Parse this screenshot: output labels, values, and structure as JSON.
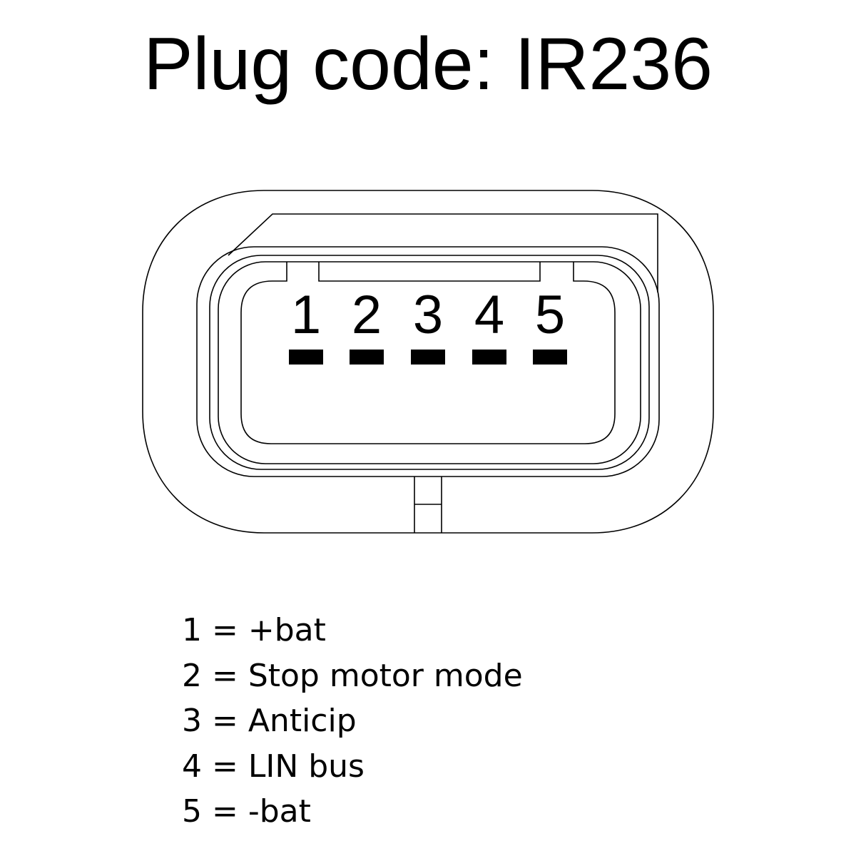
{
  "title": "Plug code: IR236",
  "connector": {
    "pins": [
      "1",
      "2",
      "3",
      "4",
      "5"
    ]
  },
  "legend": [
    "1 = +bat",
    "2 = Stop motor mode",
    "3 = Anticip",
    "4 = LIN bus",
    "5 = -bat"
  ]
}
